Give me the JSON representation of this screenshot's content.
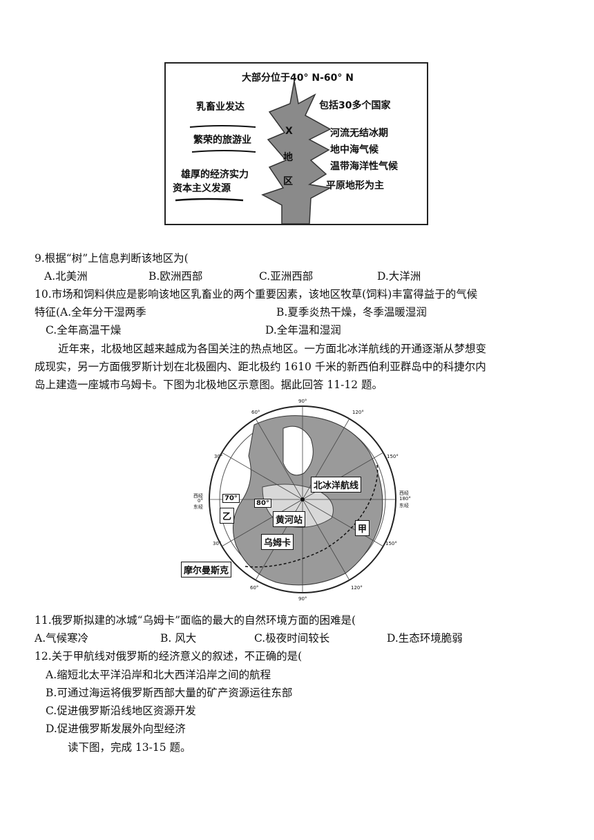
{
  "figure1": {
    "top": "大部分位于40° N-60° N",
    "left": [
      "乳畜业发达",
      "繁荣的旅游业",
      "雄厚的经济实力",
      "资本主义发源"
    ],
    "right": [
      "包括30多个国家",
      "河流无结冰期",
      "地中海气候",
      "温带海洋性气候",
      "平原地形为主"
    ],
    "trunk": [
      "X",
      "地",
      "区"
    ]
  },
  "q9": {
    "stem": "9.根据“树”上信息判断该地区为(",
    "options": [
      "A.北美洲",
      "B.欧洲西部",
      "C.亚洲西部",
      "D.大洋洲"
    ]
  },
  "q10": {
    "stem1": "10.市场和饲料供应是影响该地区乳畜业的两个重要因素，该地区牧草(饲料)丰富得益于的气候",
    "stem2": "特征(A.全年分干湿两季",
    "optB": "B.夏季炎热干燥，冬季温暖湿润",
    "optC": "C.全年高温干燥",
    "optD": "D.全年温和湿润"
  },
  "passage": [
    "近年来，北极地区越来越成为各国关注的热点地区。一方面北冰洋航线的开通逐渐从梦想变",
    "成现实，另一方面俄罗斯计划在北极圈内、距北极约 1610 千米的新西伯利亚群岛中的科捷尔内",
    "岛上建造一座城市乌姆卡。下图为北极地区示意图。据此回答 11-12 题。"
  ],
  "map": {
    "labels": {
      "route": "北冰洋航线",
      "station": "黄河站",
      "umka": "乌姆卡",
      "murmansk": "摩尔曼斯克",
      "jia": "甲",
      "yi": "乙",
      "lat70": "70°",
      "lat80": "80°"
    },
    "ticks": [
      "90°",
      "60°",
      "120°",
      "30°",
      "150°",
      "西经",
      "0°",
      "东经",
      "西经",
      "180°",
      "东经",
      "30°",
      "150°",
      "60°",
      "120°",
      "90°"
    ]
  },
  "q11": {
    "stem": "11.俄罗斯拟建的冰城“乌姆卡”面临的最大的自然环境方面的困难是(",
    "options": [
      "A.气候寒冷",
      "B.  风大",
      "C.极夜时间较长",
      "D.生态环境脆弱"
    ]
  },
  "q12": {
    "stem": "12.关于甲航线对俄罗斯的经济意义的叙述，不正确的是(",
    "options": [
      "A.缩短北太平洋沿岸和北大西洋沿岸之间的航程",
      "B.可通过海运将俄罗斯西部大量的矿产资源运往东部",
      "C.促进俄罗斯沿线地区资源开发",
      "D.促进俄罗斯发展外向型经济"
    ]
  },
  "tail": "读下图，完成 13-15 题。"
}
